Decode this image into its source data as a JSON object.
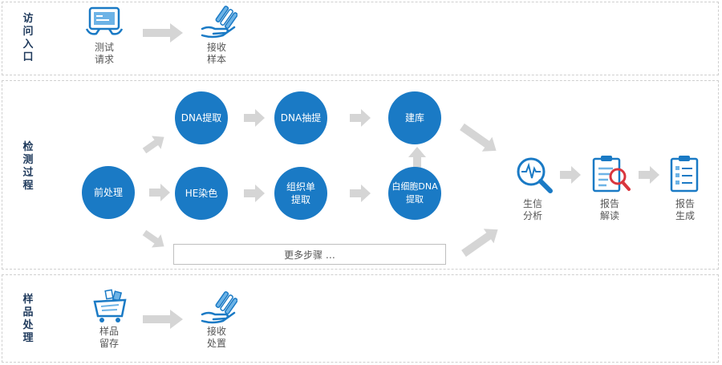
{
  "sections": {
    "access": {
      "label": [
        "访",
        "问",
        "入",
        "口"
      ]
    },
    "process": {
      "label": [
        "检",
        "测",
        "过",
        "程"
      ]
    },
    "sample": {
      "label": [
        "样",
        "品",
        "处",
        "理"
      ]
    }
  },
  "access_flow": {
    "test_request": [
      "测试",
      "请求"
    ],
    "receive_sample": [
      "接收",
      "样本"
    ]
  },
  "process_flow": {
    "pre_process": "前处理",
    "dna_extract": "DNA提取",
    "dna_pick": "DNA抽提",
    "library": "建库",
    "he_stain": "HE染色",
    "tissue_extract": [
      "组织单",
      "提取"
    ],
    "wbc_dna": [
      "白细胞DNA",
      "提取"
    ],
    "more_steps": "更多步骤 …",
    "bioinfo": [
      "生信",
      "分析"
    ],
    "report_read": [
      "报告",
      "解读"
    ],
    "report_gen": [
      "报告",
      "生成"
    ]
  },
  "sample_flow": {
    "retain": [
      "样品",
      "留存"
    ],
    "dispose": [
      "接收",
      "处置"
    ]
  },
  "colors": {
    "primary": "#1a7ac5",
    "arrow": "#d5d5d5",
    "label": "#1f3a5c",
    "accent_red": "#d9363e"
  },
  "icons": [
    "tablet-request-icon",
    "hand-test-tubes-icon",
    "magnifier-waveform-icon",
    "clipboard-magnifier-icon",
    "clipboard-checklist-icon",
    "storage-cart-icon"
  ]
}
